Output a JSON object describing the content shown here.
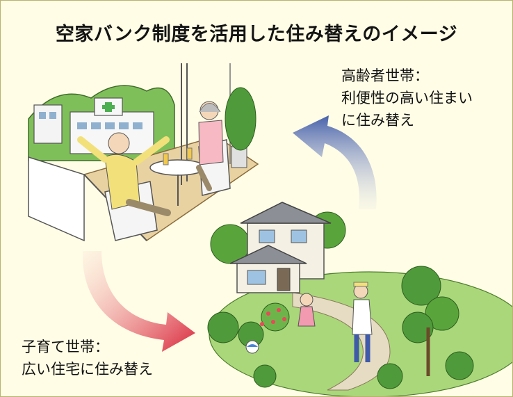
{
  "title": "空家バンク制度を活用した住み替えのイメージ",
  "elderly": {
    "line1": "高齢者世帯：",
    "line2": "利便性の高い住まい",
    "line3": "に住み替え"
  },
  "family": {
    "line1": "子育て世帯：",
    "line2": "広い住宅に住み替え"
  },
  "colors": {
    "frame_border": "#b9b26f",
    "background": "#fffde6",
    "arrow_blue": "#3e5aa8",
    "arrow_red": "#d9263a"
  }
}
